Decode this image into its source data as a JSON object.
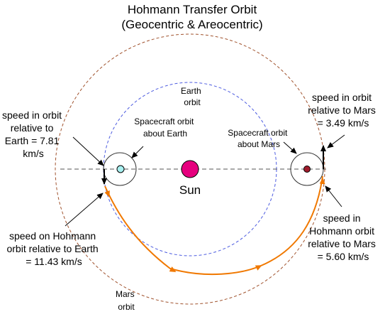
{
  "title": {
    "line1": "Hohmann Transfer Orbit",
    "line2": "(Geocentric & Areocentric)"
  },
  "orbits": {
    "earth_label": [
      "Earth",
      "orbit"
    ],
    "mars_label": [
      "Mars",
      "orbit"
    ]
  },
  "bodies": {
    "sun_label": "Sun"
  },
  "spacecraft_orbits": {
    "earth_label": [
      "Spacecraft orbit",
      "about Earth"
    ],
    "mars_label": [
      "Spacecraft orbit",
      "about Mars"
    ]
  },
  "annotations": {
    "earth_orbit_speed": [
      "speed in orbit",
      "relative to",
      "Earth = 7.81",
      "km/s"
    ],
    "earth_hohmann_speed": [
      "speed on Hohmann",
      "orbit relative to Earth",
      "= 11.43 km/s"
    ],
    "mars_orbit_speed": [
      "speed in orbit",
      "relative to Mars",
      "= 3.49 km/s"
    ],
    "mars_hohmann_speed": [
      "speed in",
      "Hohmann orbit",
      "relative to Mars",
      "= 5.60 km/s"
    ]
  },
  "colors": {
    "mars_orbit": "#a0522d",
    "earth_orbit": "#4c5be0",
    "sun": "#e6007e",
    "earth": "#a8f0f0",
    "mars": "#a01c2c",
    "transfer_path": "#f07800"
  }
}
